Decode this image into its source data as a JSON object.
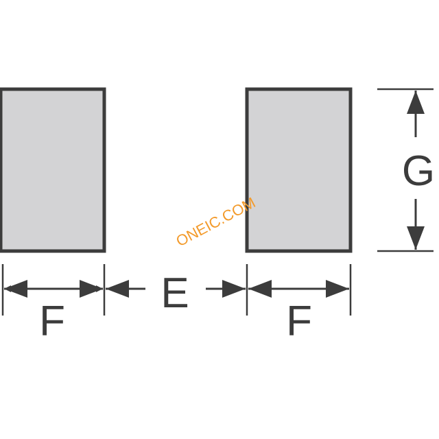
{
  "diagram": {
    "labels": {
      "left_width": "F",
      "gap": "E",
      "right_width": "F",
      "height": "G"
    },
    "watermark": "ONEIC.COM",
    "colors": {
      "pad_fill": "#d3d3d5",
      "outline": "#3c3c3c",
      "watermark": "#f39a2a",
      "background": "#ffffff"
    }
  }
}
